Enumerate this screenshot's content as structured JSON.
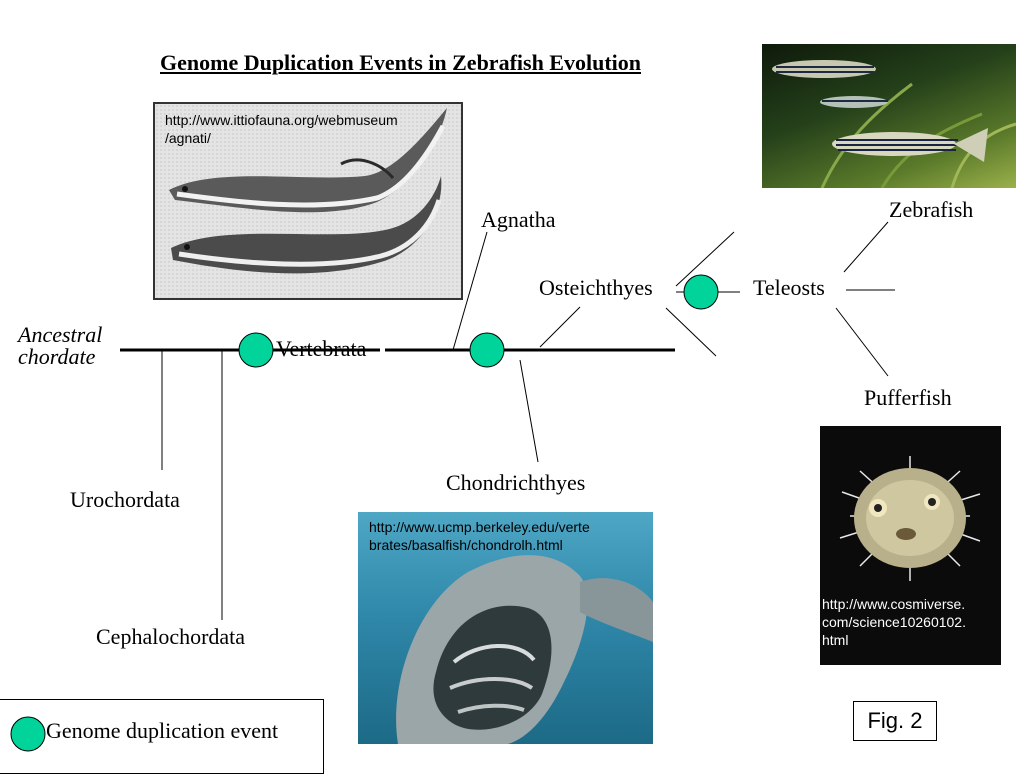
{
  "title": "Genome Duplication Events in Zebrafish Evolution",
  "taxa": {
    "ancestral_line1": "Ancestral",
    "ancestral_line2": "chordate",
    "vertebrata": "Vertebrata",
    "agnatha": "Agnatha",
    "osteichthyes": "Osteichthyes",
    "teleosts": "Teleosts",
    "zebrafish": "Zebrafish",
    "pufferfish": "Pufferfish",
    "chondrichthyes": "Chondrichthyes",
    "urochordata": "Urochordata",
    "cephalochordata": "Cephalochordata"
  },
  "photos": {
    "lamprey_url_line1": "http://www.ittiofauna.org/webmuseum",
    "lamprey_url_line2": "/agnati/",
    "shark_url_line1": "http://www.ucmp.berkeley.edu/verte",
    "shark_url_line2": "brates/basalfish/chondrolh.html",
    "puffer_url_line1": "http://www.cosmiverse.",
    "puffer_url_line2": "com/science10260102.",
    "puffer_url_line3": "html"
  },
  "legend": {
    "label": "Genome duplication event"
  },
  "figure_label": "Fig. 2",
  "colors": {
    "duplication_marker": "#00d49a",
    "line": "#000000"
  }
}
